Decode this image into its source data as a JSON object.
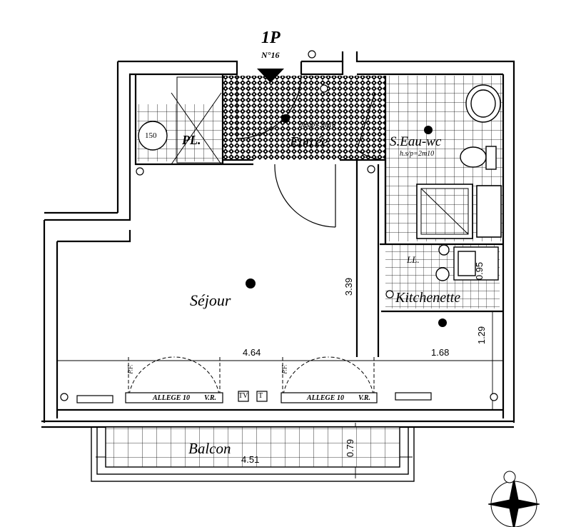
{
  "header": {
    "lot": "1P",
    "number": "N°16"
  },
  "rooms": {
    "entree": "Entrée",
    "entree_height": "h.s/p=2m10",
    "sdb": "S.Eau-wc",
    "sdb_height": "h.s/p=2m10",
    "pl": "PL.",
    "sejour": "Séjour",
    "kitchenette": "Kitchenette",
    "ll": "LL.",
    "balcon": "Balcon"
  },
  "fixtures": {
    "ballon": "150",
    "allege_left": "ALLEGE 10",
    "allege_right": "ALLEGE 10",
    "vr_left": "V.R.",
    "vr_right": "V.R.",
    "pf_left": "P.F.",
    "pf_right": "P.F.",
    "tv": "TV",
    "t": "T"
  },
  "dimensions": {
    "sejour_width": "4.64",
    "kitchen_width": "1.68",
    "sejour_depth": "3.39",
    "kitchen_depth": "1.29",
    "kitchen_counter": "0.95",
    "balcony_width": "4.51",
    "balcony_depth": "0.79"
  }
}
